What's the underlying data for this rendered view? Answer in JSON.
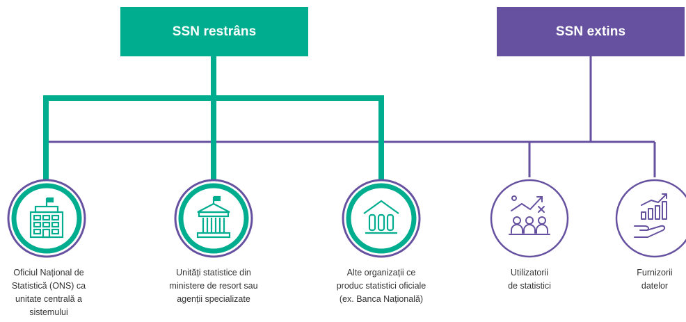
{
  "headers": {
    "restrans": "SSN restrâns",
    "extins": "SSN extins"
  },
  "nodes": [
    {
      "id": "ons",
      "icon": "office-building-icon",
      "label": "Oficiul Național de\nStatistică (ONS) ca\nunitate centrală a\nsistemului"
    },
    {
      "id": "ministere",
      "icon": "government-building-icon",
      "label": "Unități statistice din\nministere de resort sau\nagenții specializate"
    },
    {
      "id": "alte",
      "icon": "bank-icon",
      "label": "Alte organizații ce\nproduc statistici oficiale\n(ex. Banca Națională)"
    },
    {
      "id": "utilizatori",
      "icon": "users-analytics-icon",
      "label": "Utilizatorii\nde statistici"
    },
    {
      "id": "furnizori",
      "icon": "hand-chart-icon",
      "label": "Furnizorii\ndatelor"
    }
  ],
  "colors": {
    "teal": "#00ad8e",
    "purple": "#65519f"
  }
}
